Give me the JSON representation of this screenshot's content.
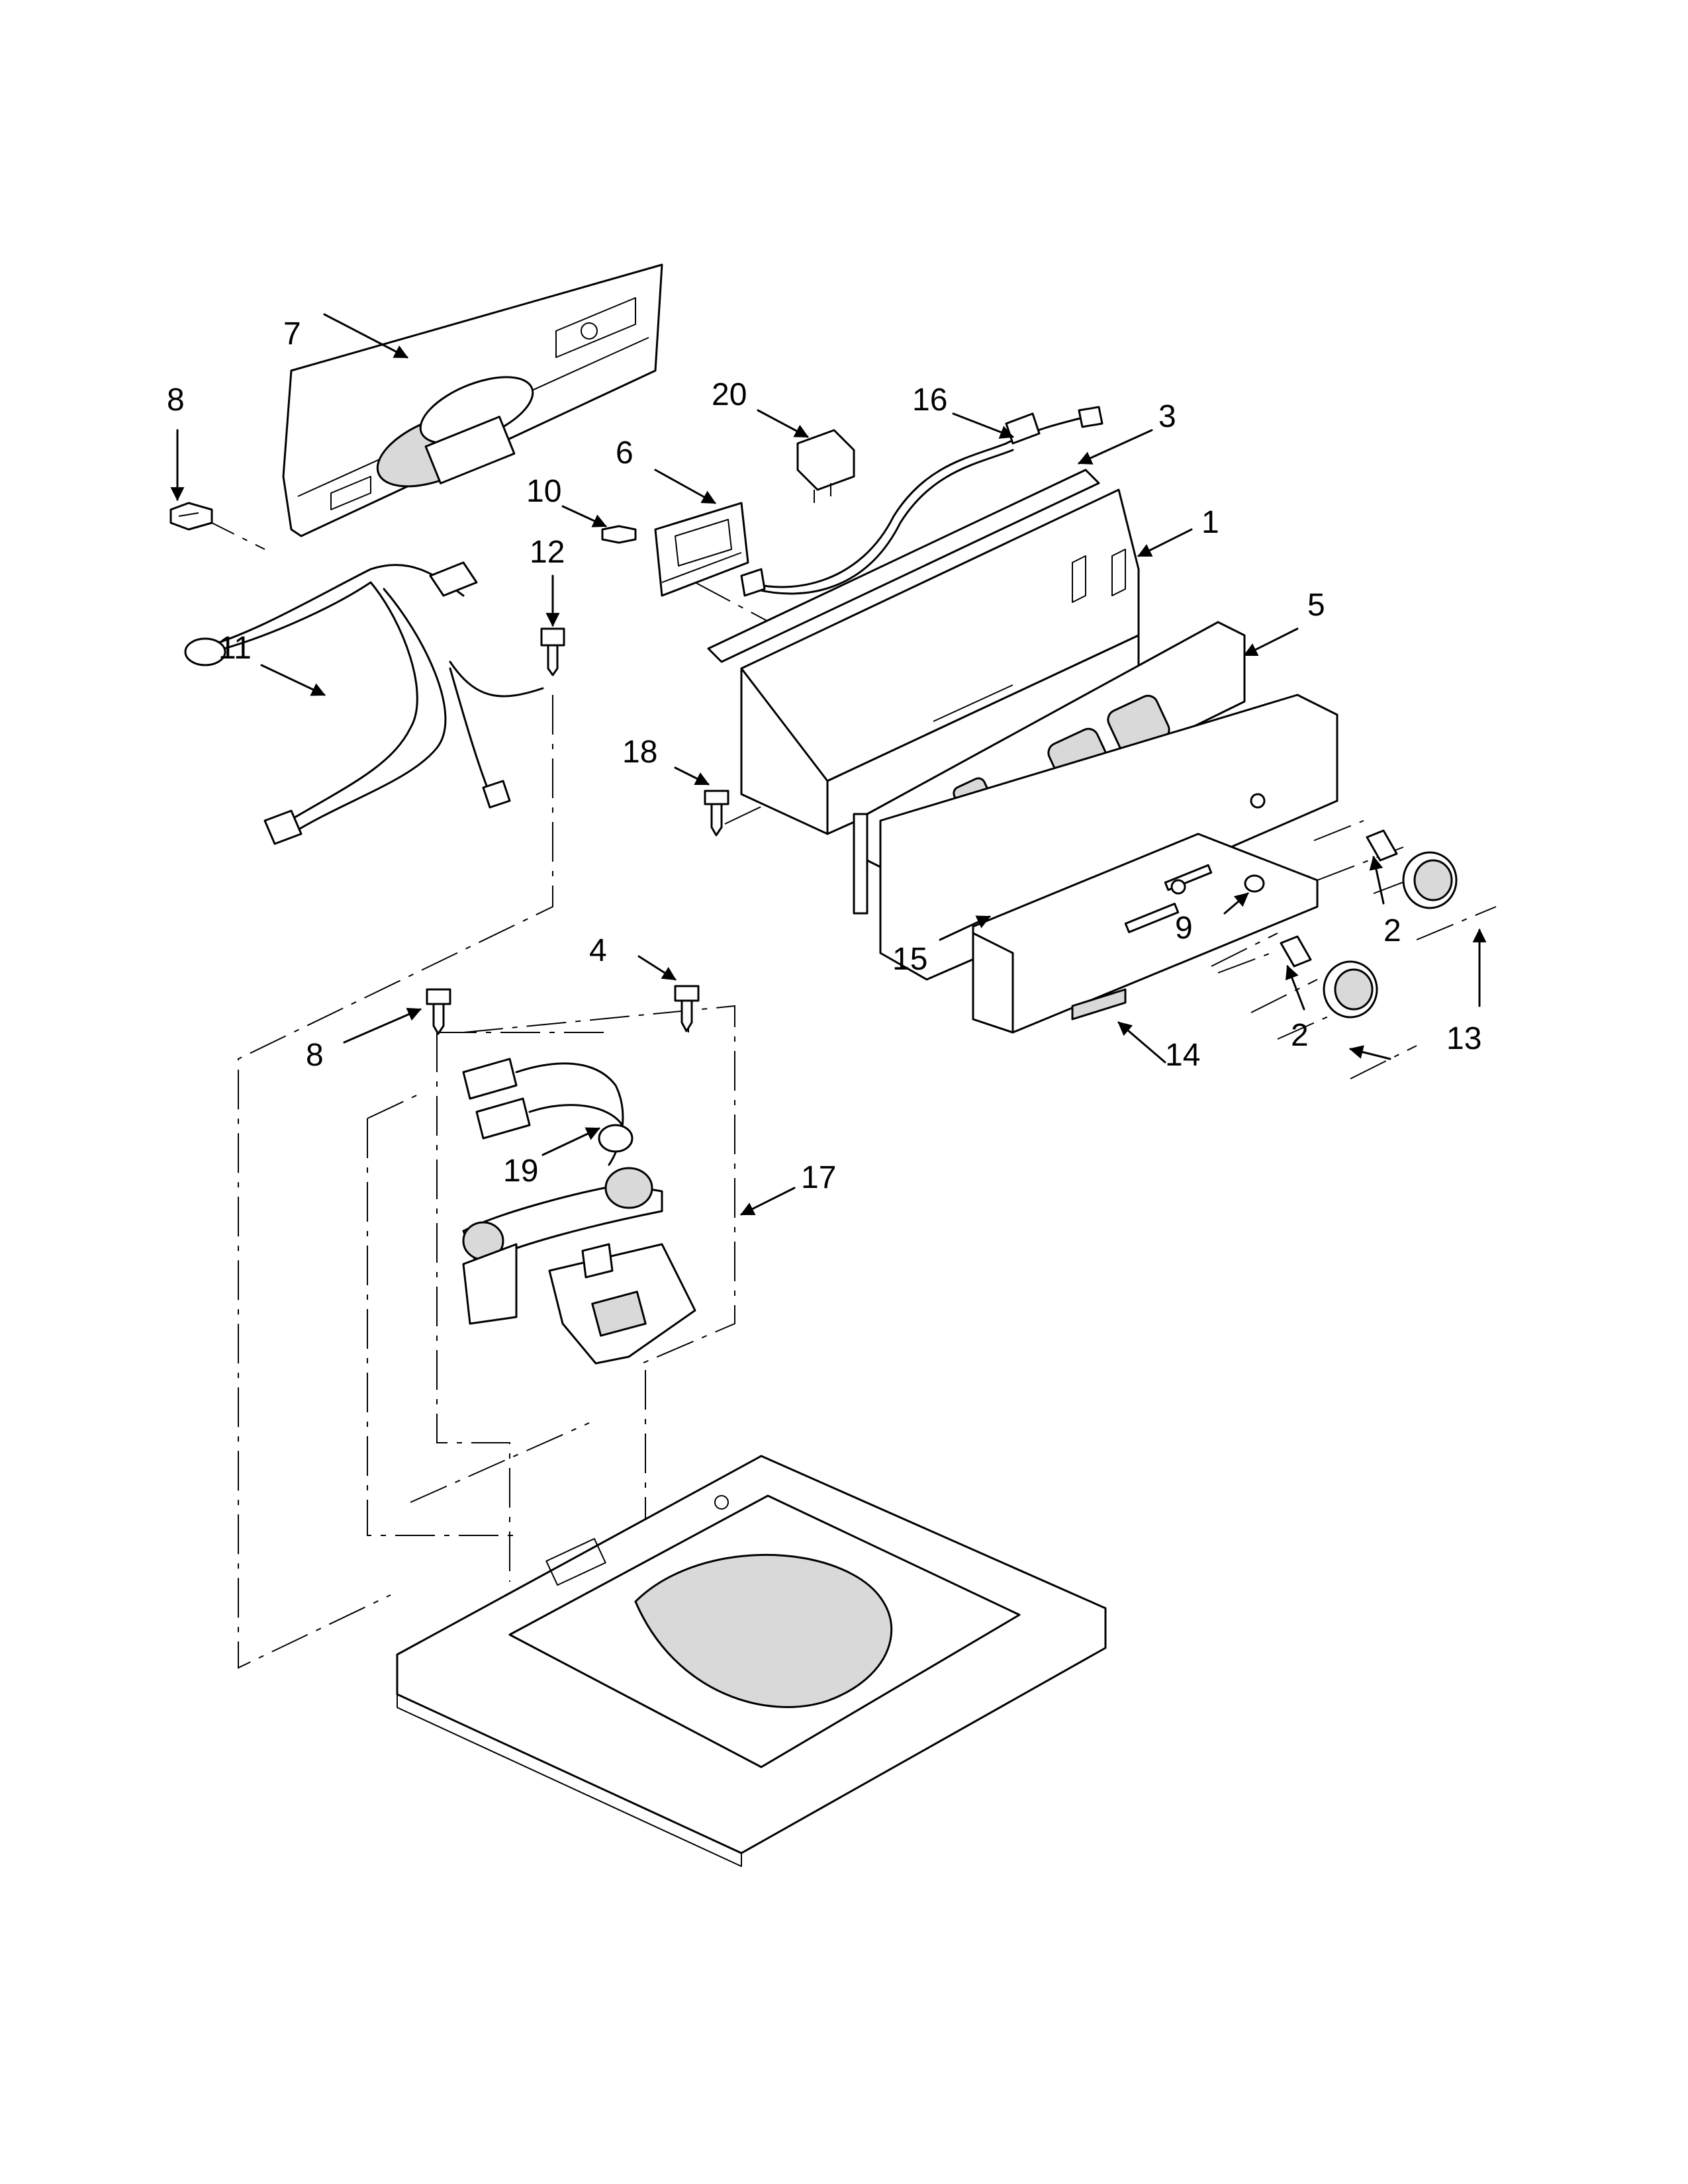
{
  "callouts": [
    {
      "id": "c7",
      "text": "7"
    },
    {
      "id": "c8a",
      "text": "8"
    },
    {
      "id": "c20",
      "text": "20"
    },
    {
      "id": "c16",
      "text": "16"
    },
    {
      "id": "c3",
      "text": "3"
    },
    {
      "id": "c6",
      "text": "6"
    },
    {
      "id": "c10",
      "text": "10"
    },
    {
      "id": "c1",
      "text": "1"
    },
    {
      "id": "c12",
      "text": "12"
    },
    {
      "id": "c11",
      "text": "11"
    },
    {
      "id": "c5",
      "text": "5"
    },
    {
      "id": "c18",
      "text": "18"
    },
    {
      "id": "c2a",
      "text": "2"
    },
    {
      "id": "c9",
      "text": "9"
    },
    {
      "id": "c15",
      "text": "15"
    },
    {
      "id": "c4",
      "text": "4"
    },
    {
      "id": "c2b",
      "text": "2"
    },
    {
      "id": "c13",
      "text": "13"
    },
    {
      "id": "c8b",
      "text": "8"
    },
    {
      "id": "c14",
      "text": "14"
    },
    {
      "id": "c19",
      "text": "19"
    },
    {
      "id": "c17",
      "text": "17"
    }
  ]
}
